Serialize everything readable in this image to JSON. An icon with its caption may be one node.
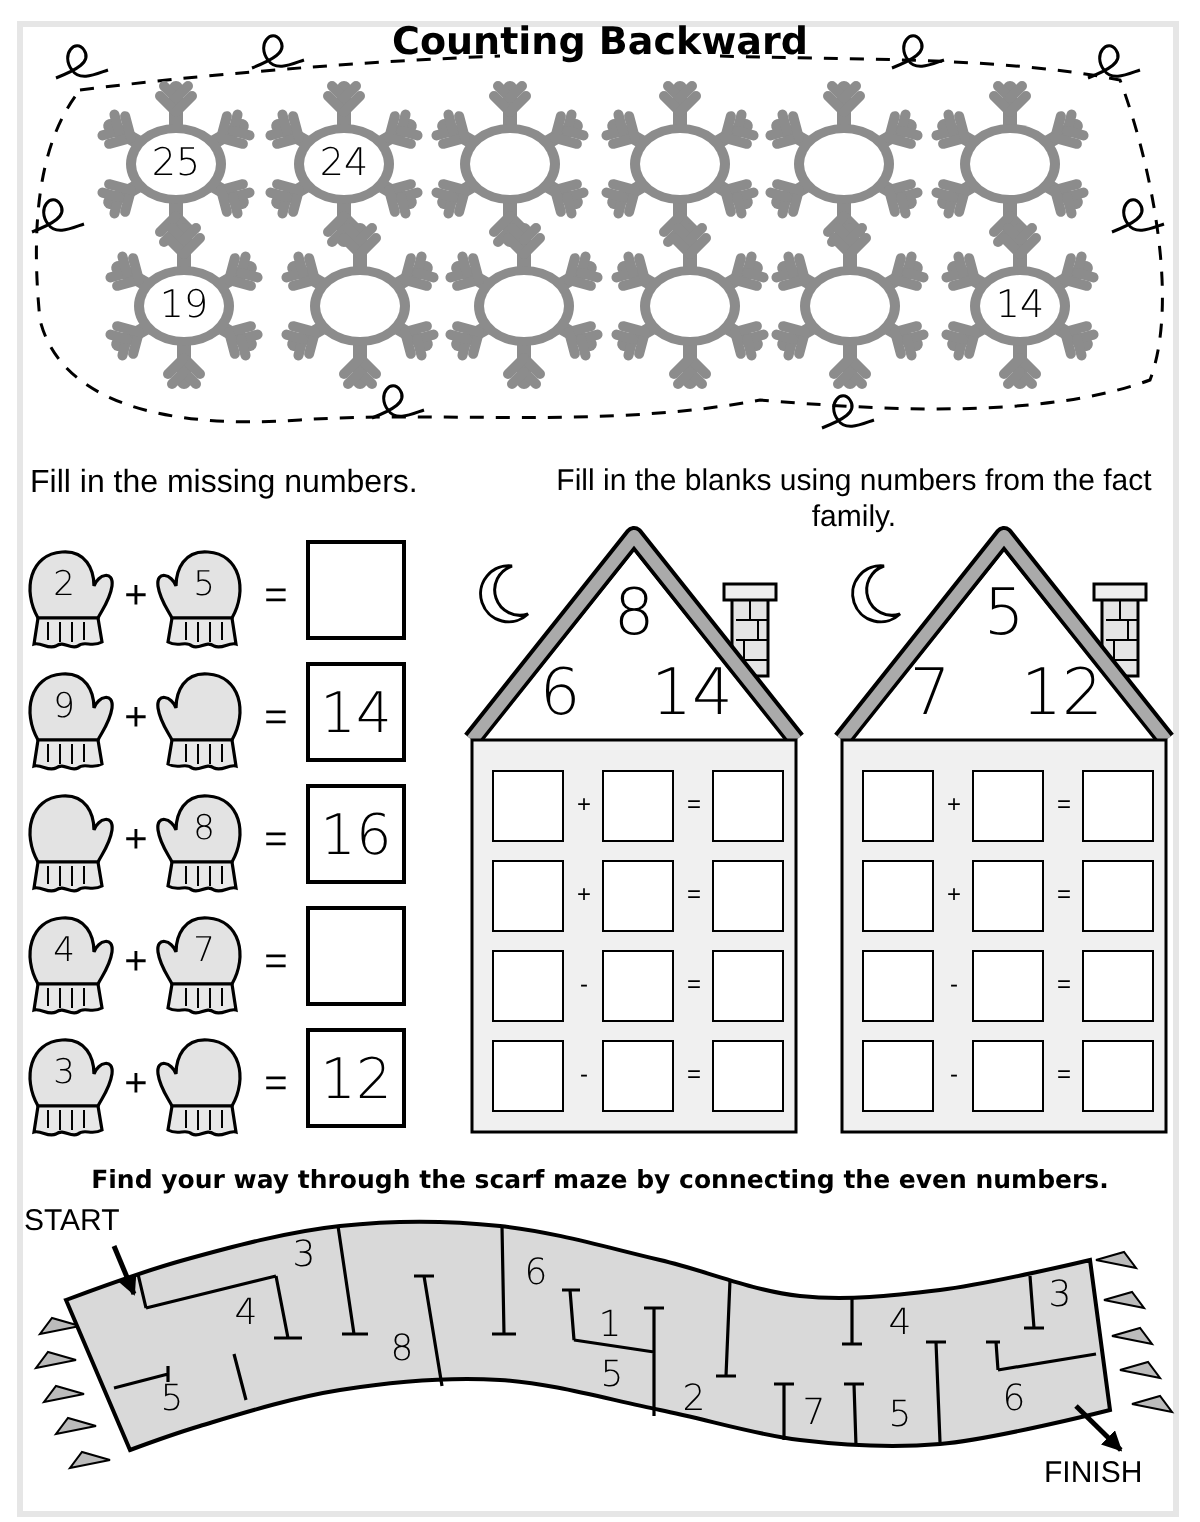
{
  "diagram": {
    "title": "Counting Backward",
    "nodes": [
      {
        "text": [
          "25"
        ]
      },
      {
        "text": [
          "24"
        ]
      },
      {
        "text": [],
        "shape": "snowflake"
      },
      {
        "text": [],
        "shape": "snowflake"
      },
      {
        "text": [],
        "shape": "snowflake"
      },
      {
        "text": [],
        "shape": "snowflake"
      },
      {
        "text": [
          "19"
        ]
      },
      {
        "text": [],
        "shape": "snowflake"
      },
      {
        "text": [],
        "shape": "snowflake"
      },
      {
        "text": [],
        "shape": "snowflake"
      },
      {
        "text": [],
        "shape": "snowflake"
      },
      {
        "text": [
          "14"
        ]
      },
      {
        "text": [
          "2"
        ]
      },
      {
        "text": [
          "5"
        ]
      },
      {
        "text": [
          "9"
        ]
      },
      {
        "text": [],
        "shape": "mitten"
      },
      {
        "text": [],
        "shape": "mitten"
      },
      {
        "text": [
          "8"
        ]
      },
      {
        "text": [
          "4"
        ]
      },
      {
        "text": [
          "7"
        ]
      },
      {
        "text": [
          "3"
        ]
      },
      {
        "text": [],
        "shape": "mitten"
      },
      {
        "text": [],
        "shape": "box"
      },
      {
        "text": [
          "14"
        ]
      },
      {
        "text": [
          "16"
        ]
      },
      {
        "text": [],
        "shape": "box"
      },
      {
        "text": [
          "12"
        ]
      },
      {
        "text": [
          "8",
          "6",
          "14"
        ]
      },
      {
        "text": [],
        "shape": "box",
        "in": 27
      },
      {
        "text": [],
        "shape": "box",
        "in": 27
      },
      {
        "text": [],
        "shape": "box",
        "in": 27
      },
      {
        "text": [],
        "shape": "box",
        "in": 27
      },
      {
        "text": [],
        "shape": "box",
        "in": 27
      },
      {
        "text": [],
        "shape": "box",
        "in": 27
      },
      {
        "text": [],
        "shape": "box",
        "in": 27
      },
      {
        "text": [],
        "shape": "box",
        "in": 27
      },
      {
        "text": [],
        "shape": "box",
        "in": 27
      },
      {
        "text": [],
        "shape": "box",
        "in": 27
      },
      {
        "text": [],
        "shape": "box",
        "in": 27
      },
      {
        "text": [],
        "shape": "box",
        "in": 27
      },
      {
        "text": [
          "5",
          "7",
          "12"
        ]
      },
      {
        "text": [],
        "shape": "box",
        "in": 40
      },
      {
        "text": [],
        "shape": "box",
        "in": 40
      },
      {
        "text": [],
        "shape": "box",
        "in": 40
      },
      {
        "text": [],
        "shape": "box",
        "in": 40
      },
      {
        "text": [],
        "shape": "box",
        "in": 40
      },
      {
        "text": [],
        "shape": "box",
        "in": 40
      },
      {
        "text": [],
        "shape": "box",
        "in": 40
      },
      {
        "text": [],
        "shape": "box",
        "in": 40
      },
      {
        "text": [],
        "shape": "box",
        "in": 40
      },
      {
        "text": [],
        "shape": "box",
        "in": 40
      },
      {
        "text": [],
        "shape": "box",
        "in": 40
      },
      {
        "text": [],
        "shape": "box",
        "in": 40
      },
      {
        "text": [
          "START"
        ]
      },
      {
        "text": [
          "3",
          "4",
          "5",
          "8",
          "6",
          "1",
          "5",
          "2",
          "7",
          "5",
          "4",
          "3",
          "6"
        ]
      },
      {
        "text": [
          "FINISH"
        ]
      }
    ],
    "edges": [
      {
        "from": 53,
        "to": 54,
        "arrow": "to"
      },
      {
        "from": 54,
        "to": 55,
        "arrow": "to"
      }
    ],
    "labels": [
      "Fill in the missing numbers.",
      "Fill in the blanks using numbers from the fact family.",
      "+",
      "=",
      "+",
      "=",
      "+",
      "=",
      "+",
      "=",
      "+",
      "=",
      "+",
      "=",
      "+",
      "=",
      "-",
      "=",
      "-",
      "=",
      "+",
      "=",
      "+",
      "=",
      "-",
      "=",
      "-",
      "=",
      "Find your way through the scarf maze by connecting the even numbers."
    ]
  }
}
